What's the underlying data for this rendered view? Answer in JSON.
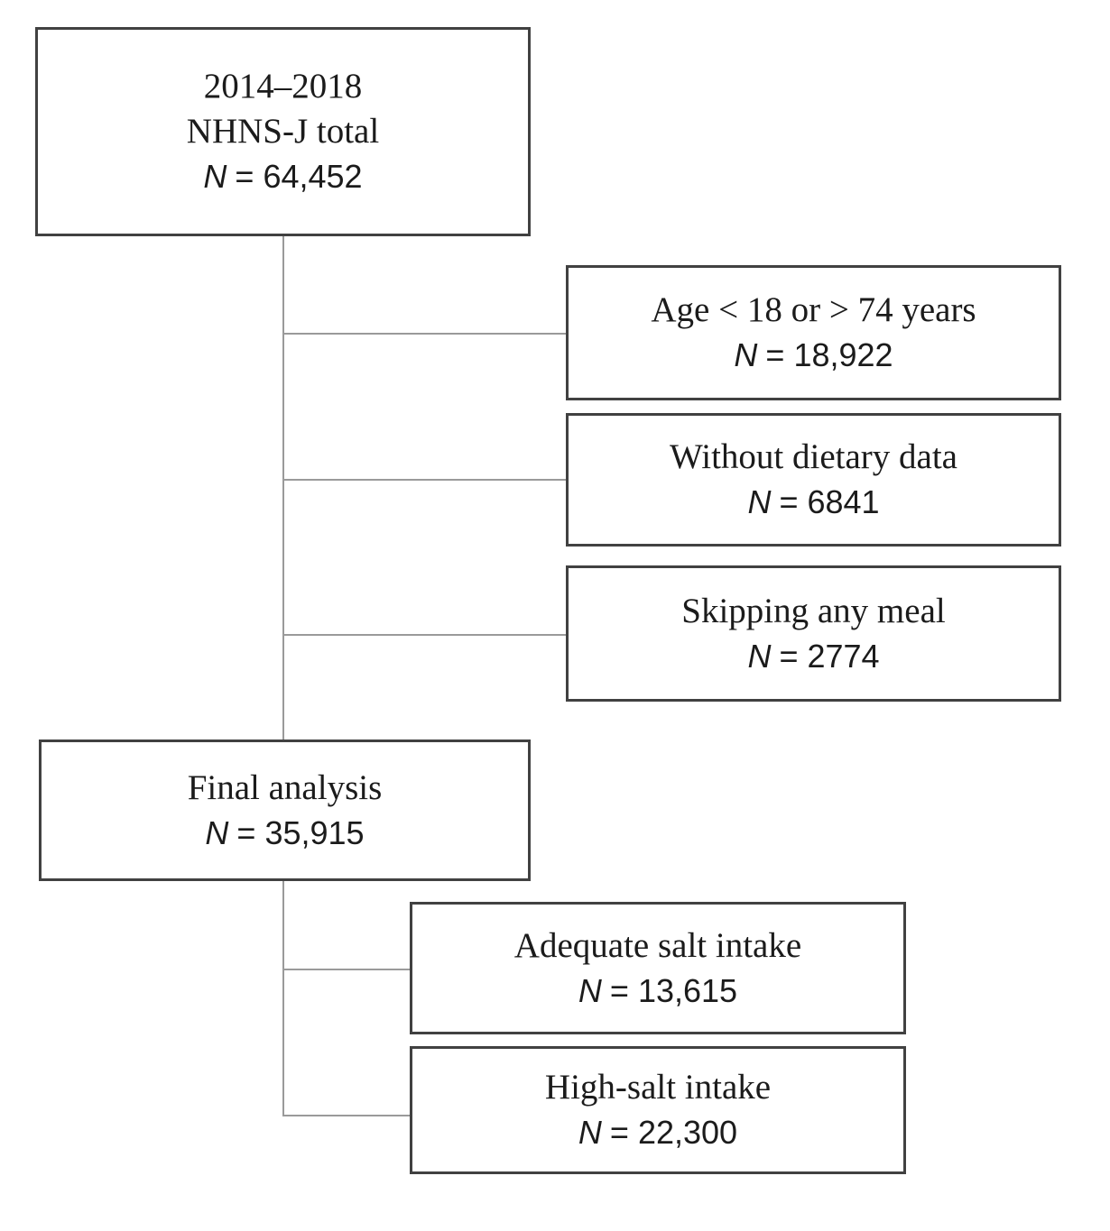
{
  "figure": {
    "background": "#ffffff",
    "box_border_color": "#414141",
    "connector_color": "#9a9a9a",
    "text_color": "#1b1b1b"
  },
  "nodes": {
    "total": {
      "lines": [
        "2014–2018",
        "NHNS-J total"
      ],
      "n_symbol": "N",
      "n_rest": "= 64,452"
    },
    "age": {
      "lines": [
        "Age < 18 or > 74 years"
      ],
      "n_symbol": "N",
      "n_rest": "= 18,922"
    },
    "dietary": {
      "lines": [
        "Without dietary data"
      ],
      "n_symbol": "N",
      "n_rest": "= 6841"
    },
    "skipping": {
      "lines": [
        "Skipping any meal"
      ],
      "n_symbol": "N",
      "n_rest": "= 2774"
    },
    "final": {
      "lines": [
        "Final analysis"
      ],
      "n_symbol": "N",
      "n_rest": "= 35,915"
    },
    "adequate": {
      "lines": [
        "Adequate salt intake"
      ],
      "n_symbol": "N",
      "n_rest": "= 13,615"
    },
    "highsalt": {
      "lines": [
        "High-salt intake"
      ],
      "n_symbol": "N",
      "n_rest": "= 22,300"
    }
  },
  "flow": {
    "edges": [
      [
        "total",
        "age"
      ],
      [
        "total",
        "dietary"
      ],
      [
        "total",
        "skipping"
      ],
      [
        "total",
        "final"
      ],
      [
        "final",
        "adequate"
      ],
      [
        "final",
        "highsalt"
      ]
    ]
  }
}
